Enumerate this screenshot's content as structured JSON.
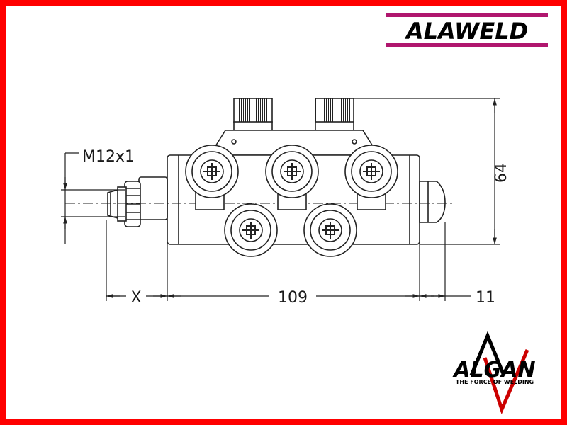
{
  "brand_top": {
    "name": "ALAWELD",
    "bar_color": "#b0166e"
  },
  "brand_bottom": {
    "name": "ALGAN",
    "tagline": "THE FORCE OF WELDING",
    "accent_color": "#cc0000"
  },
  "frame_color": "#ff0000",
  "dimensions": {
    "thread": "M12x1",
    "height": "64",
    "offset": "X",
    "length": "109",
    "tip": "11"
  }
}
